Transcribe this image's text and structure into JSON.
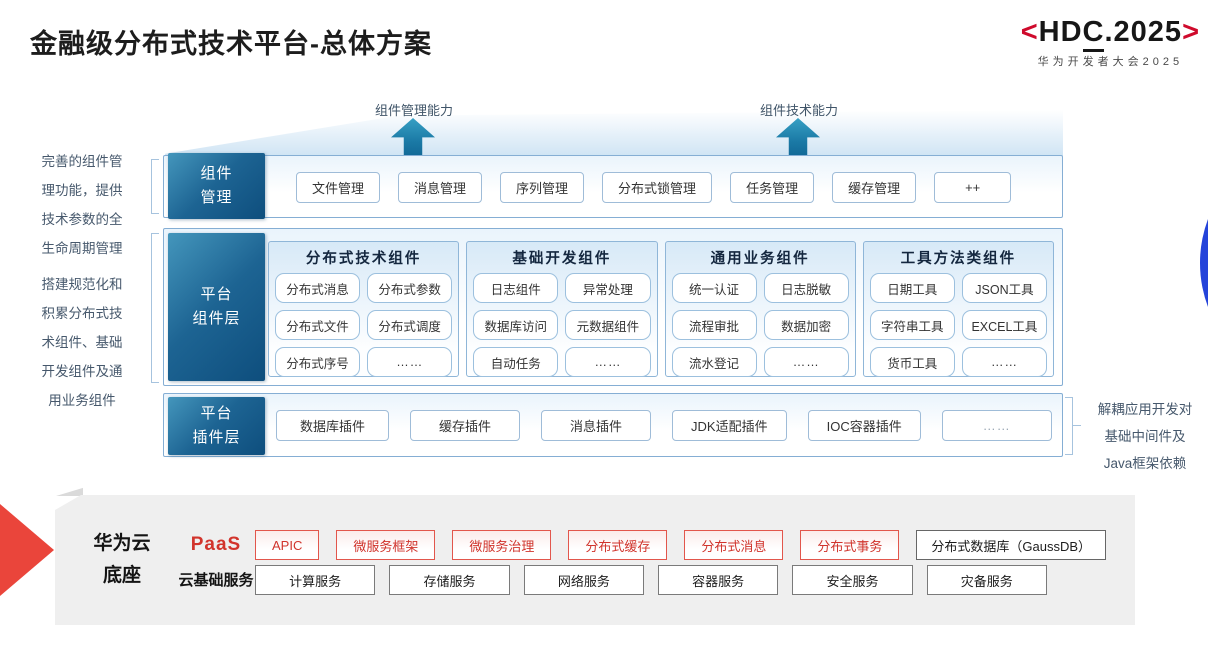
{
  "title": "金融级分布式技术平台-总体方案",
  "logo": {
    "bracket_left": "<",
    "text_pre": "HD",
    "text_c": "C",
    "text_post": ".2025",
    "bracket_right": ">",
    "subtitle": "华为开发者大会2025"
  },
  "arrows": {
    "left_label": "组件管理能力",
    "right_label": "组件技术能力"
  },
  "left_notes": {
    "management_note": "完善的组件管\n理功能，提供\n技术参数的全\n生命周期管理",
    "component_note": "搭建规范化和\n积累分布式技\n术组件、基础\n开发组件及通\n用业务组件"
  },
  "right_note": "解耦应用开发对\n基础中间件及\nJava框架依赖",
  "rows": {
    "management": {
      "label": "组件\n管理",
      "items": [
        "文件管理",
        "消息管理",
        "序列管理",
        "分布式锁管理",
        "任务管理",
        "缓存管理",
        "++"
      ]
    },
    "components": {
      "label": "平台\n组件层",
      "columns": [
        {
          "title": "分布式技术组件",
          "items": [
            "分布式消息",
            "分布式参数",
            "分布式文件",
            "分布式调度",
            "分布式序号",
            "……"
          ]
        },
        {
          "title": "基础开发组件",
          "items": [
            "日志组件",
            "异常处理",
            "数据库访问",
            "元数据组件",
            "自动任务",
            "……"
          ]
        },
        {
          "title": "通用业务组件",
          "items": [
            "统一认证",
            "日志脱敏",
            "流程审批",
            "数据加密",
            "流水登记",
            "……"
          ]
        },
        {
          "title": "工具方法类组件",
          "items": [
            "日期工具",
            "JSON工具",
            "字符串工具",
            "EXCEL工具",
            "货币工具",
            "……"
          ]
        }
      ]
    },
    "plugins": {
      "label": "平台\n插件层",
      "items": [
        "数据库插件",
        "缓存插件",
        "消息插件",
        "JDK适配插件",
        "IOC容器插件",
        "……"
      ]
    }
  },
  "foundation": {
    "label": "华为云\n底座",
    "paas": {
      "label": "PaaS",
      "items": [
        "APIC",
        "微服务框架",
        "微服务治理",
        "分布式缓存",
        "分布式消息",
        "分布式事务"
      ],
      "neutral_item": "分布式数据库（GaussDB）"
    },
    "iaas": {
      "label": "云基础服务",
      "items": [
        "计算服务",
        "存储服务",
        "网络服务",
        "容器服务",
        "安全服务",
        "灾备服务"
      ]
    }
  },
  "colors": {
    "accent_teal": "#0e4e7d",
    "accent_red": "#d0342c",
    "border_blue": "#85aed4",
    "foundation_gray": "#efefef",
    "nav_circle_blue": "#2544da"
  }
}
